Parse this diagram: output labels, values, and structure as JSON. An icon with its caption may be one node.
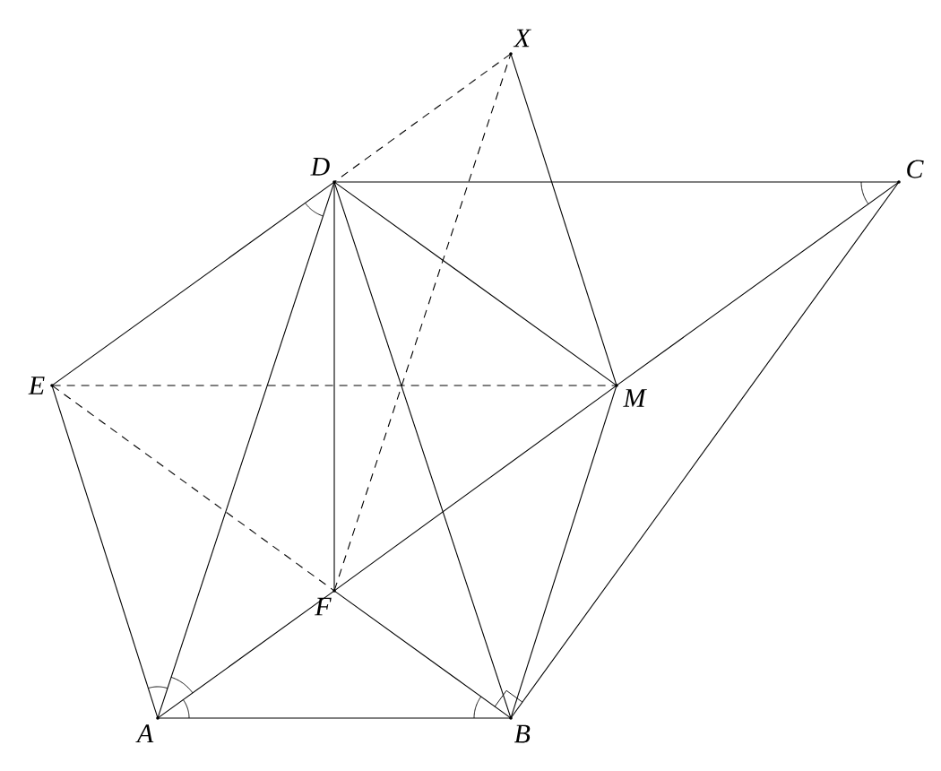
{
  "diagram": {
    "nodes": [
      {
        "text": [
          "X"
        ]
      },
      {
        "text": [
          "D"
        ]
      },
      {
        "text": [
          "C"
        ]
      },
      {
        "text": [
          "E"
        ]
      },
      {
        "text": [
          "M"
        ]
      },
      {
        "text": [
          "F"
        ]
      },
      {
        "text": [
          "A"
        ]
      },
      {
        "text": [
          "B"
        ]
      }
    ],
    "edges": [
      {
        "from": 1,
        "to": 2,
        "arrow": "none"
      },
      {
        "from": 1,
        "to": 3,
        "arrow": "none"
      },
      {
        "from": 3,
        "to": 6,
        "arrow": "none"
      },
      {
        "from": 6,
        "to": 7,
        "arrow": "none"
      },
      {
        "from": 6,
        "to": 1,
        "arrow": "none"
      },
      {
        "from": 6,
        "to": 5,
        "arrow": "none"
      },
      {
        "from": 5,
        "to": 4,
        "arrow": "none"
      },
      {
        "from": 4,
        "to": 2,
        "arrow": "none"
      },
      {
        "from": 1,
        "to": 5,
        "arrow": "none"
      },
      {
        "from": 1,
        "to": 7,
        "arrow": "none"
      },
      {
        "from": 1,
        "to": 4,
        "arrow": "none"
      },
      {
        "from": 0,
        "to": 4,
        "arrow": "none"
      },
      {
        "from": 4,
        "to": 7,
        "arrow": "none"
      },
      {
        "from": 5,
        "to": 7,
        "arrow": "none"
      },
      {
        "from": 7,
        "to": 2,
        "arrow": "none"
      },
      {
        "from": 0,
        "to": 1,
        "arrow": "none",
        "style": "dashed"
      },
      {
        "from": 3,
        "to": 5,
        "arrow": "none",
        "style": "dashed"
      },
      {
        "from": 3,
        "to": 4,
        "arrow": "none",
        "style": "dashed"
      },
      {
        "from": 5,
        "to": 0,
        "arrow": "none",
        "style": "dashed"
      }
    ]
  }
}
